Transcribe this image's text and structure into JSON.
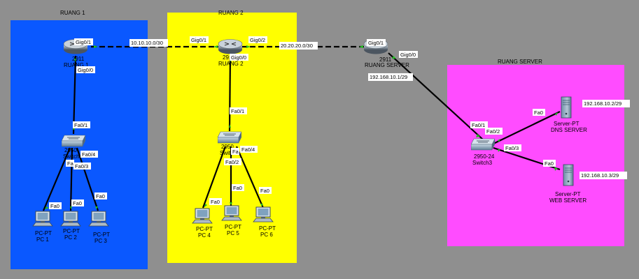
{
  "areas": [
    {
      "id": "ruang1",
      "title": "RUANG 1",
      "color": "#0a58ff"
    },
    {
      "id": "ruang2",
      "title": "RUANG 2",
      "color": "#ffff00"
    },
    {
      "id": "server",
      "title": "RUANG SERVER",
      "color": "#ff4cff"
    }
  ],
  "devices": {
    "r1": {
      "model": "2911",
      "name": "RUANG 1"
    },
    "r2": {
      "model": "2911",
      "name": "RUANG 2"
    },
    "r3": {
      "model": "2911",
      "name": "RUANG SERVER"
    },
    "sw1": {
      "model": "2950",
      "name": "Switch"
    },
    "sw2": {
      "model": "2950",
      "name": "Switch"
    },
    "sw3": {
      "model": "2950-24",
      "name": "Switch3"
    },
    "pc1": {
      "model": "PC-PT",
      "name": "PC 1"
    },
    "pc2": {
      "model": "PC-PT",
      "name": "PC 2"
    },
    "pc3": {
      "model": "PC-PT",
      "name": "PC 3"
    },
    "pc4": {
      "model": "PC-PT",
      "name": "PC 4"
    },
    "pc5": {
      "model": "PC-PT",
      "name": "PC 5"
    },
    "pc6": {
      "model": "PC-PT",
      "name": "PC 6"
    },
    "srv1": {
      "model": "Server-PT",
      "name": "DNS SERVER"
    },
    "srv2": {
      "model": "Server-PT",
      "name": "WEB SERVER"
    }
  },
  "ports": {
    "r1_g01": "Gig0/1",
    "r1_g00": "Gig0/0",
    "r2_g01": "Gig0/1",
    "r2_g02": "Gig0/2",
    "r2_g00": "Gig0/0",
    "r3_g01": "Gig0/1",
    "r3_g00": "Gig0/0",
    "sw1_fa01": "Fa0/1",
    "sw1_fa04": "Fa0/4",
    "sw1_fa03": "Fa0/3",
    "sw1_fa02": "Fa",
    "sw2_fa01": "Fa0/1",
    "sw2_fa04": "Fa0/4",
    "sw2_fa02": "Fa0/2",
    "sw2_fa03": "Fa",
    "sw3_fa01": "Fa0/1",
    "sw3_fa02": "Fa0/2",
    "sw3_fa03": "Fa0/3",
    "pc1_fa0": "Fa0",
    "pc2_fa0": "Fa0",
    "pc3_fa0": "Fa0",
    "pc4_fa0": "Fa0",
    "pc5_fa0": "Fa0",
    "pc6_fa0": "Fa0",
    "srv1_fa0": "Fa0",
    "srv2_fa0": "Fa0"
  },
  "networks": {
    "link_r1_r2": "10.10.10.0/30",
    "link_r2_r3": "20.20.20.0/30",
    "r3_lan": "192.168.10.1/29",
    "dns_ip": "192.168.10.2/29",
    "web_ip": "192.168.10.3/29"
  },
  "colors": {
    "link_dot": "#22bb22",
    "link_line": "#000000",
    "router": "#8a97a3",
    "switch": "#6f8fa8"
  }
}
